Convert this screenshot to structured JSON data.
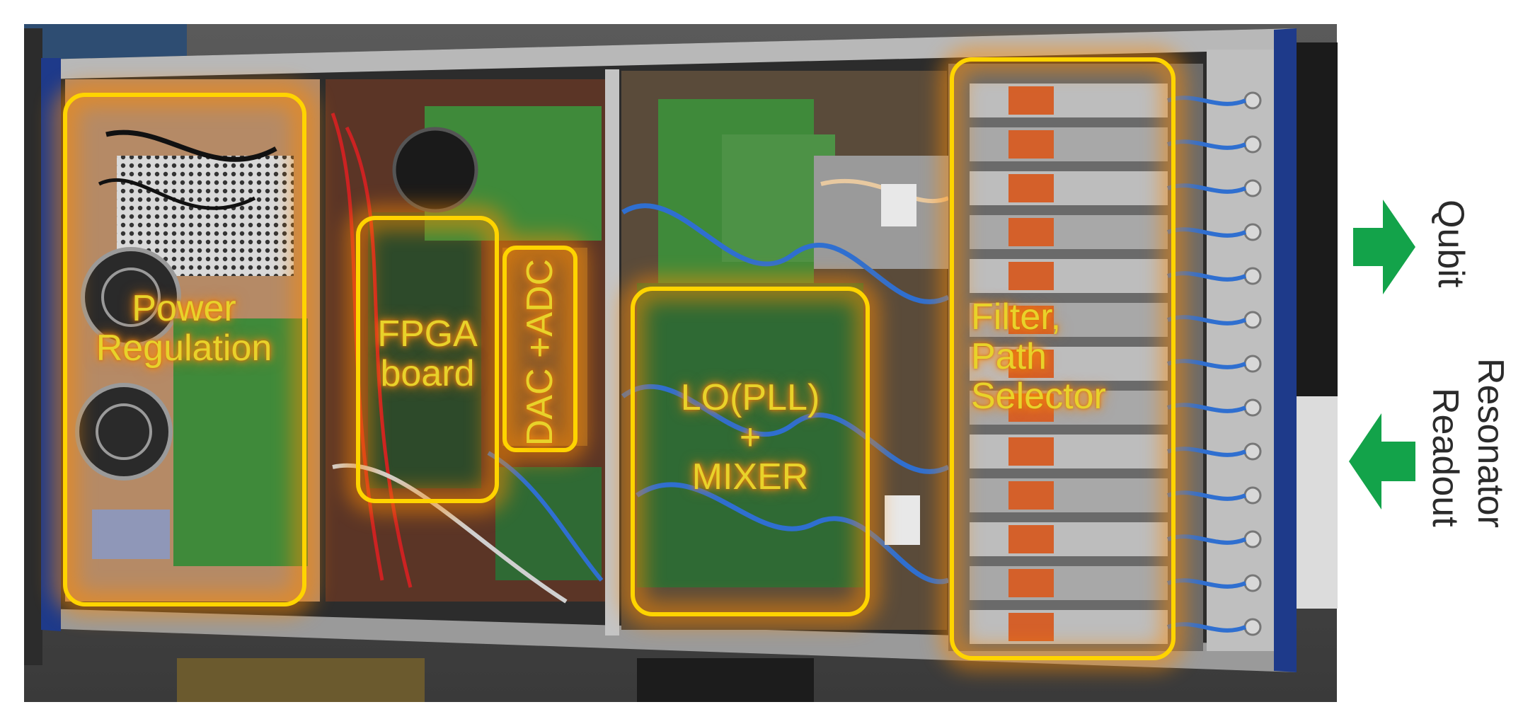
{
  "modules": [
    {
      "id": "power",
      "label": "Power\nRegulation"
    },
    {
      "id": "fpga",
      "label": "FPGA\nboard"
    },
    {
      "id": "dacadc",
      "label": "DAC +ADC"
    },
    {
      "id": "lo",
      "label": "LO(PLL)\n+\nMIXER"
    },
    {
      "id": "filter",
      "label": "Filter,\nPath\nSelector"
    }
  ],
  "signals": {
    "qubit": "Qubit",
    "readout_line1": "Readout",
    "readout_line2": "Resonator"
  },
  "colors": {
    "highlight_outline": "#ffd400",
    "glow": "#ff8a00",
    "arrow": "#13a34a",
    "chassis_edge": "#1e3a8a",
    "label_text": "#e8d22a"
  }
}
